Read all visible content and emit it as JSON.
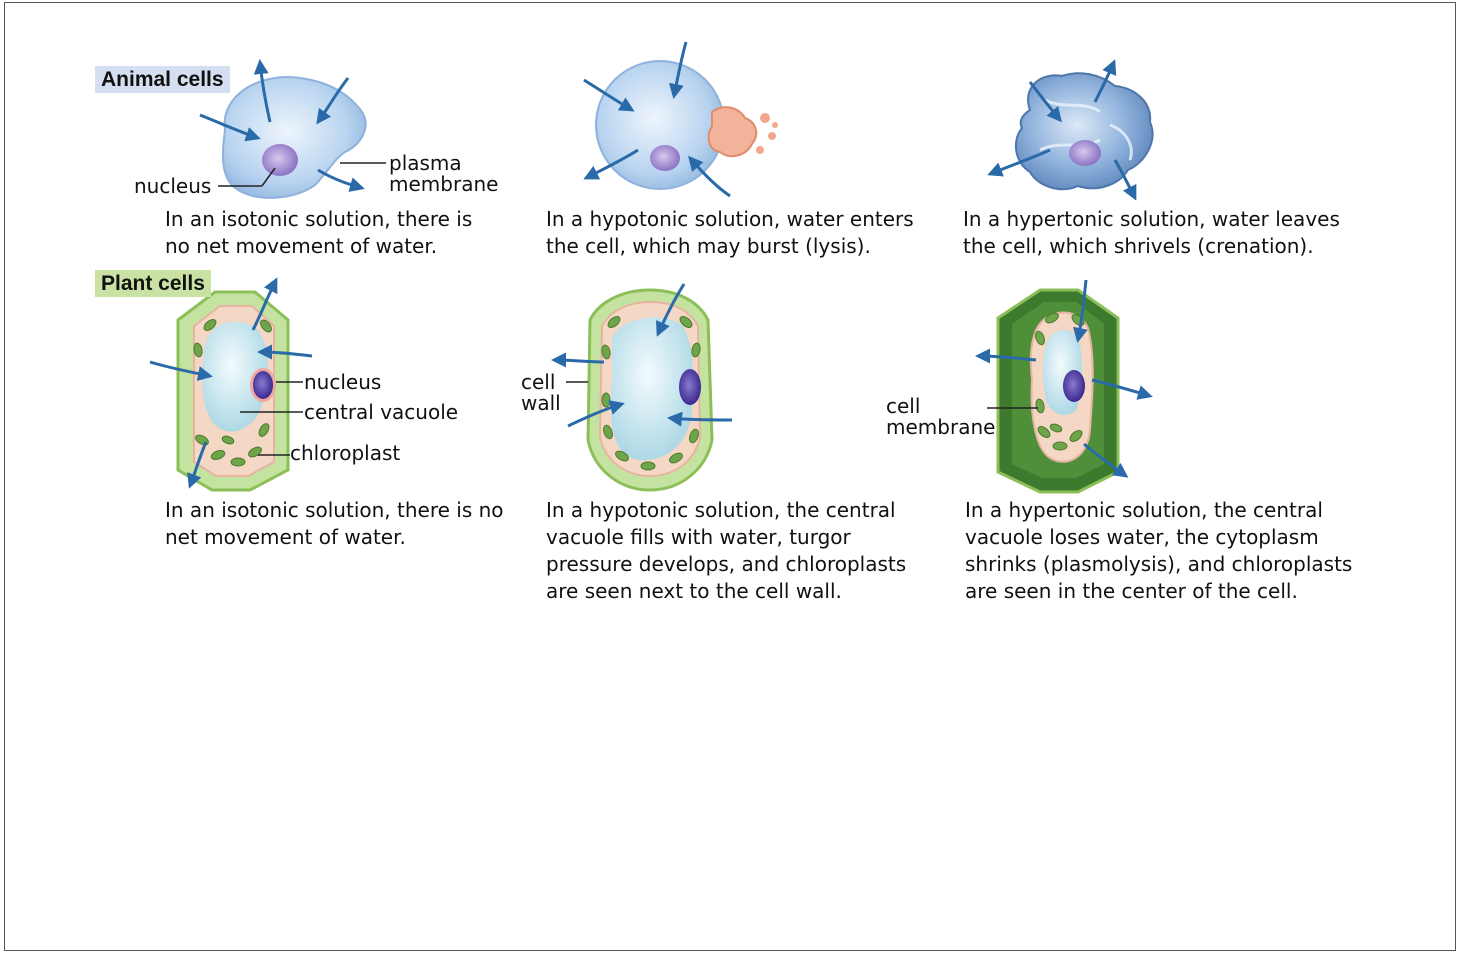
{
  "sections": {
    "animal": "Animal cells",
    "plant": "Plant cells"
  },
  "animal_cells": {
    "isotonic": {
      "caption": "In an isotonic solution, there is\nno net movement of water.",
      "labels": {
        "nucleus": "nucleus",
        "plasma_membrane": "plasma\nmembrane"
      }
    },
    "hypotonic": {
      "caption": "In a hypotonic solution, water enters\nthe cell, which may burst (lysis)."
    },
    "hypertonic": {
      "caption": "In a hypertonic solution, water leaves\nthe cell, which shrivels (crenation)."
    }
  },
  "plant_cells": {
    "isotonic": {
      "caption": "In an isotonic solution, there is no\nnet movement of water.",
      "labels": {
        "nucleus": "nucleus",
        "central_vacuole": "central vacuole",
        "chloroplast": "chloroplast"
      }
    },
    "hypotonic": {
      "caption": "In a hypotonic solution, the central\nvacuole fills with water, turgor\npressure develops, and chloroplasts\nare seen next to the cell wall.",
      "labels": {
        "cell_wall": "cell\nwall"
      }
    },
    "hypertonic": {
      "caption": "In a hypertonic solution, the central\nvacuole loses water, the cytoplasm\nshrinks (plasmolysis), and chloroplasts\nare seen in the center of the cell.",
      "labels": {
        "cell_membrane": "cell\nmembrane"
      }
    }
  },
  "colors": {
    "arrow": "#2a6aa8",
    "animal_cell": "#b9d4f0",
    "cell_wall": "#b8d98a",
    "cytoplasm": "#f4d7c4",
    "vacuole": "#d2ecf2",
    "nucleus": "#4a3a9e",
    "chloroplast": "#6fa54a"
  }
}
